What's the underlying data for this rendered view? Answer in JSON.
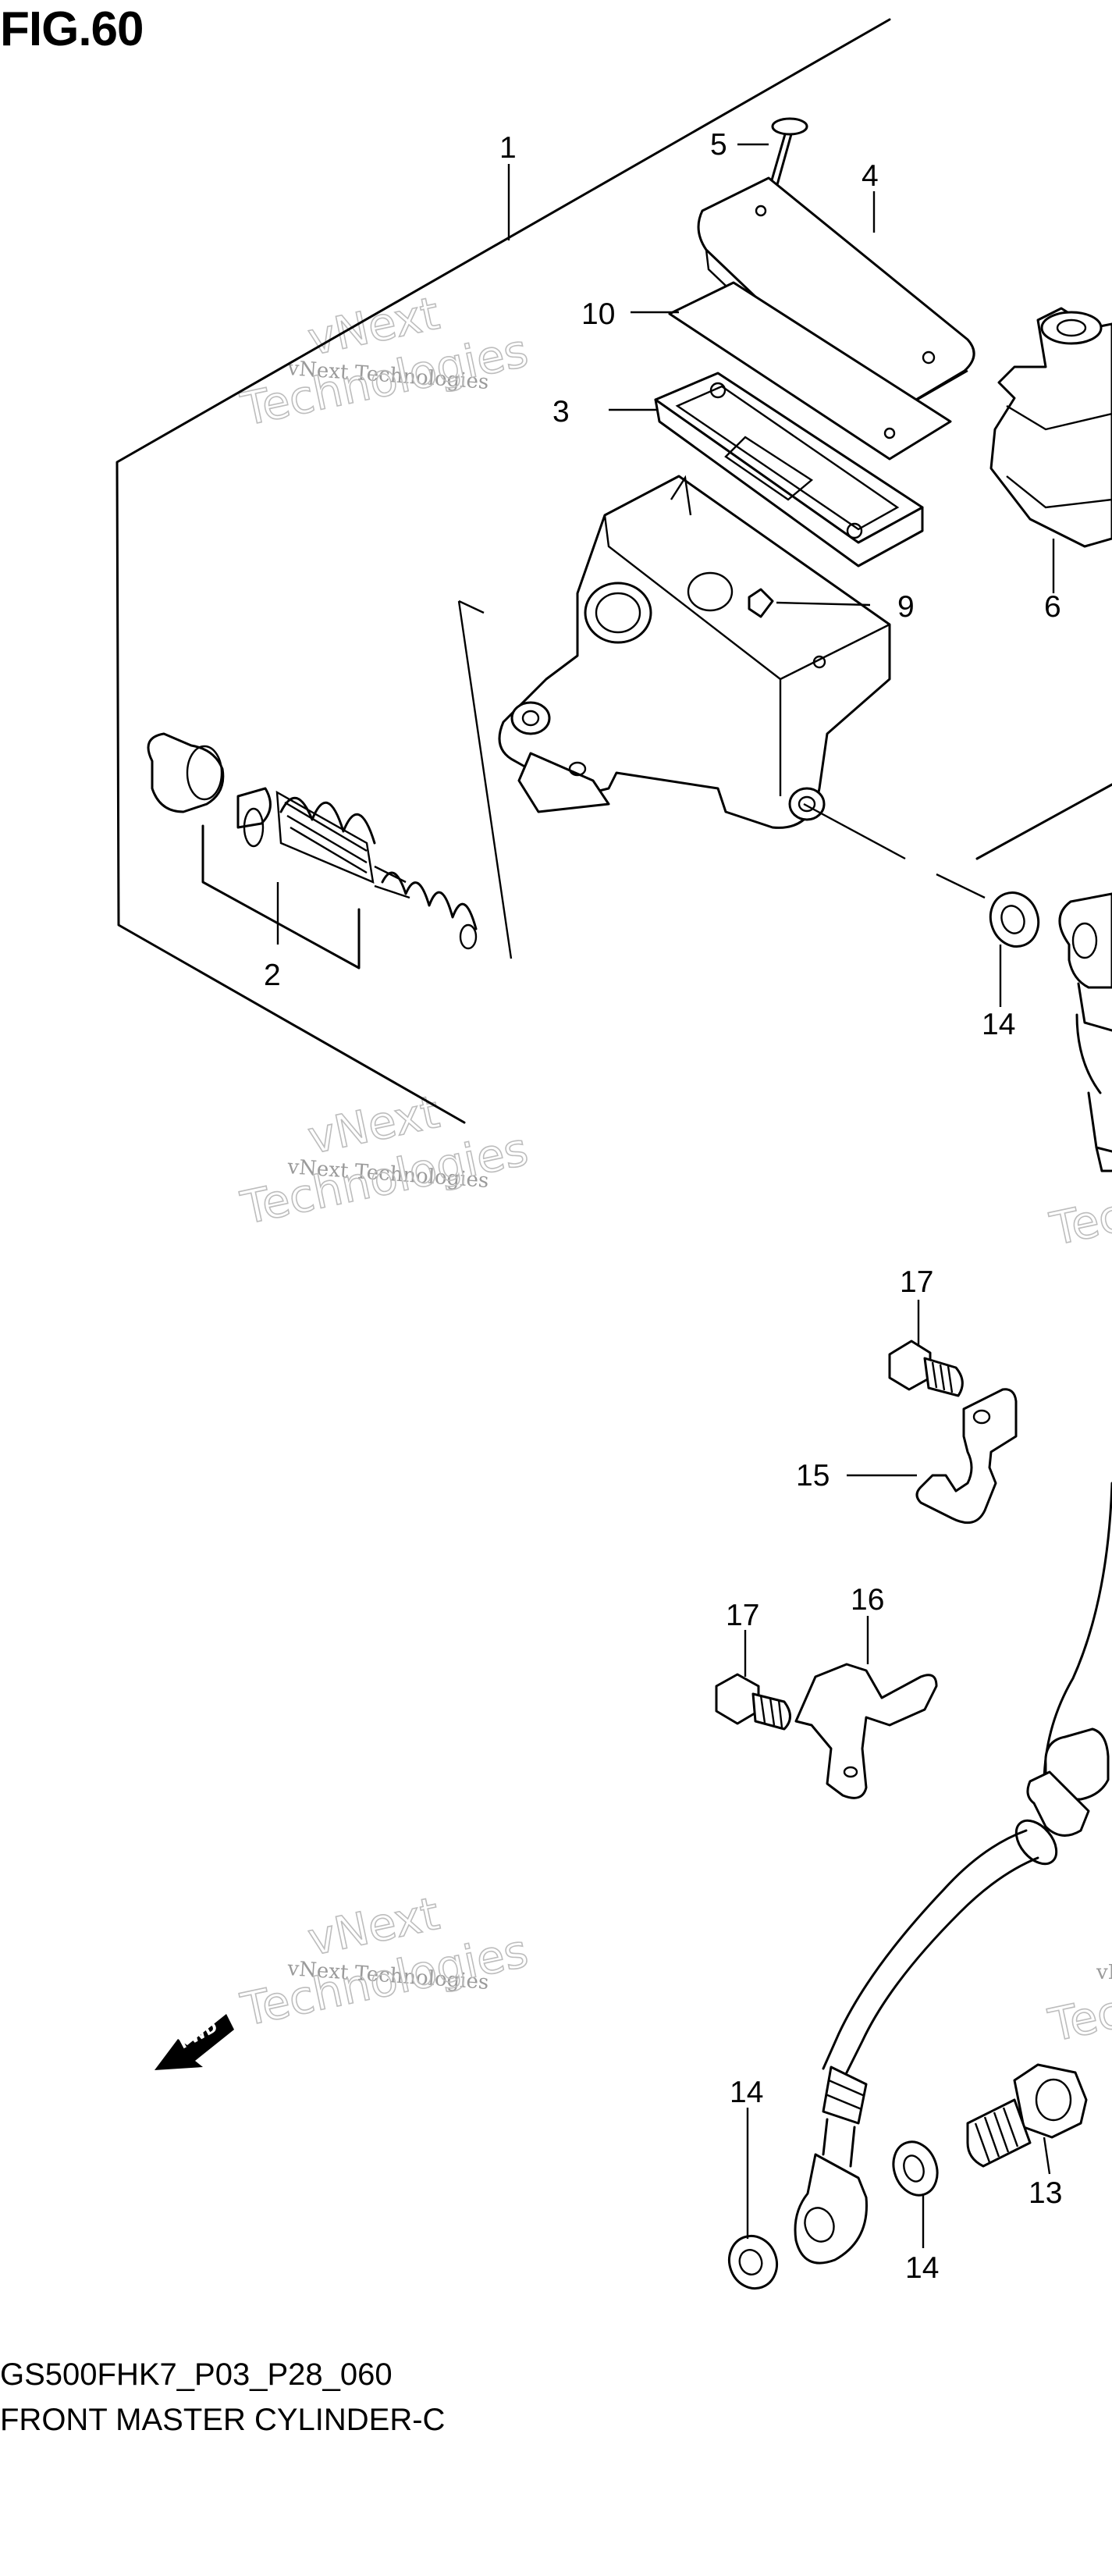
{
  "figure": {
    "title": "FIG.60"
  },
  "footer": {
    "model_code": "GS500FHK7_P03_P28_060",
    "part_name": "FRONT MASTER CYLINDER-C"
  },
  "callouts": [
    "1",
    "2",
    "3",
    "4",
    "5",
    "6",
    "9",
    "10",
    "13",
    "14",
    "14",
    "14",
    "15",
    "16",
    "17",
    "17"
  ],
  "watermark": {
    "line1": "vNext Technologies",
    "line2": "vNext",
    "line3": "Technologies"
  },
  "fwd_badge": "FWD",
  "colors": {
    "ink": "#000000",
    "watermark": "#9a9a9a",
    "background": "#ffffff"
  }
}
